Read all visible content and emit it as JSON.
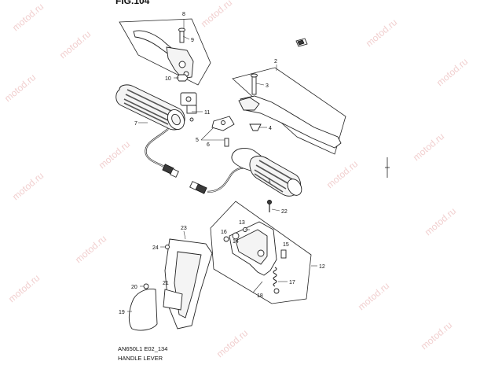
{
  "figure": {
    "title": "FIG.104",
    "caption_code": "AN650L1 E02_134",
    "caption_name": "HANDLE LEVER"
  },
  "watermark": "motod.ru",
  "callouts": {
    "c1": "1",
    "c2": "2",
    "c3": "3",
    "c4": "4",
    "c5": "5",
    "c6": "6",
    "c7": "7",
    "c8": "8",
    "c9": "9",
    "c10": "10",
    "c11": "11",
    "c12": "12",
    "c13": "13",
    "c14": "14",
    "c15": "15",
    "c16": "16",
    "c17": "17",
    "c18": "18",
    "c19": "19",
    "c20": "20",
    "c21": "21",
    "c22": "22",
    "c23": "23",
    "c24": "24"
  },
  "colors": {
    "line": "#222222",
    "watermark": "#e6a8a8",
    "background": "#ffffff"
  }
}
